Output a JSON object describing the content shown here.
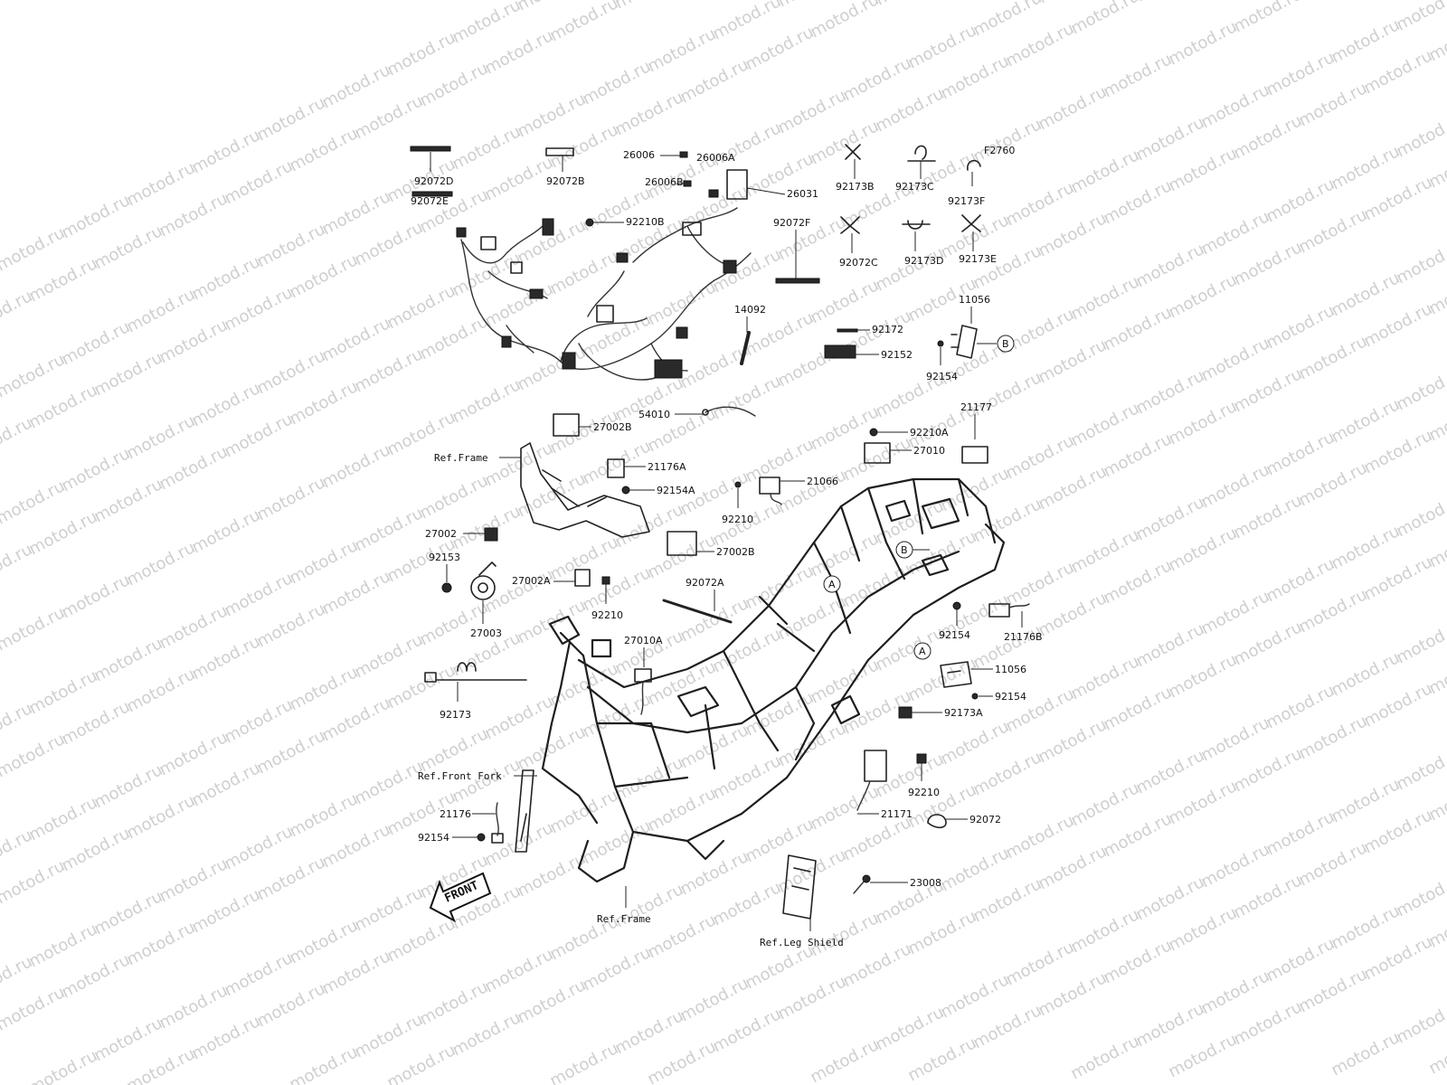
{
  "watermark": "motod.ru",
  "front_arrow_label": "FRONT",
  "callout_letters": [
    "A",
    "B"
  ],
  "part_labels": {
    "p92072D": "92072D",
    "p92072E": "92072E",
    "p92072B": "92072B",
    "p26006": "26006",
    "p26006A": "26006A",
    "p26006B": "26006B",
    "p26031": "26031",
    "p92210B": "92210B",
    "p92173B": "92173B",
    "p92173C": "92173C",
    "pF2760": "F2760",
    "p92173F": "92173F",
    "p92072F": "92072F",
    "p92072C": "92072C",
    "p92173D": "92173D",
    "p92173E": "92173E",
    "p14092": "14092",
    "p11056_top": "11056",
    "p92172": "92172",
    "p92152": "92152",
    "p92154_top": "92154",
    "p54010": "54010",
    "p21177": "21177",
    "p92210A": "92210A",
    "p27010": "27010",
    "p27002B_top": "27002B",
    "p21176A": "21176A",
    "p92154A": "92154A",
    "p21066": "21066",
    "p92210_mid": "92210",
    "p27002": "27002",
    "p27002B_mid": "27002B",
    "p92153": "92153",
    "p27002A": "27002A",
    "p92072A": "92072A",
    "p92210_low": "92210",
    "p27003": "27003",
    "p92154_right": "92154",
    "p21176B": "21176B",
    "p27010A": "27010A",
    "p11056_low": "11056",
    "p92154_low": "92154",
    "p92173": "92173",
    "p92173A": "92173A",
    "p92210_right": "92210",
    "p21176": "21176",
    "p21171": "21171",
    "p92072": "92072",
    "p92154_left": "92154",
    "p23008": "23008"
  },
  "reference_labels": {
    "ref_frame_top": "Ref.Frame",
    "ref_front_fork": "Ref.Front Fork",
    "ref_frame_bottom": "Ref.Frame",
    "ref_leg_shield": "Ref.Leg Shield"
  }
}
